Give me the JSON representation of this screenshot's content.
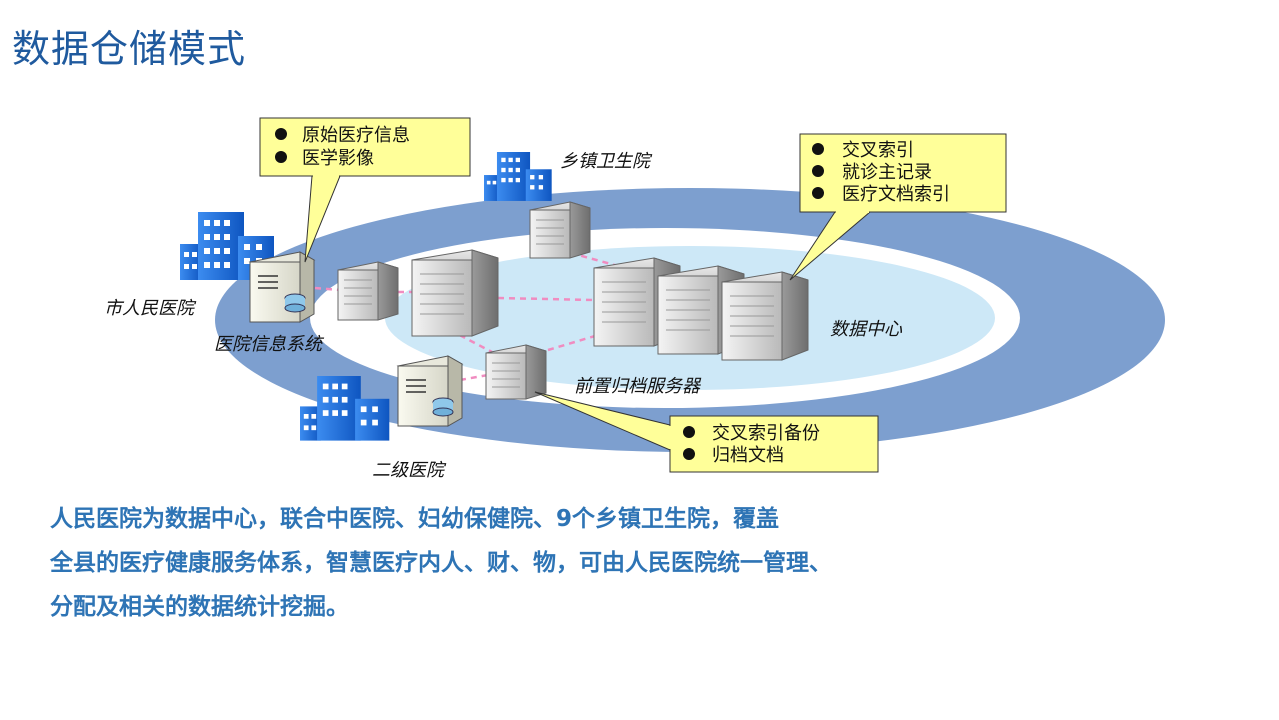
{
  "title": "数据仓储模式",
  "labels": {
    "town_clinic": "乡镇卫生院",
    "city_hospital": "市人民医院",
    "his": "医院信息系统",
    "data_center": "数据中心",
    "front_server": "前置归档服务器",
    "secondary_hospital": "二级医院"
  },
  "callouts": {
    "his": [
      "原始医疗信息",
      "医学影像"
    ],
    "data_center": [
      "交叉索引",
      "就诊主记录",
      "医疗文档索引"
    ],
    "front_server": [
      "交叉索引备份",
      "归档文档"
    ]
  },
  "description": [
    "人民医院为数据中心，联合中医院、妇幼保健院、9个乡镇卫生院，覆盖",
    "全县的医疗健康服务体系，智慧医疗内人、财、物，可由人民医院统一管理、",
    "分配及相关的数据统计挖掘。"
  ],
  "colors": {
    "title": "#1f5a9e",
    "ring": "#7d9fcf",
    "inner_ellipse": "#cde8f7",
    "callout_fill": "#ffff99",
    "building": "#1e72e0",
    "link": "#f08cc0",
    "description": "#2e74b5"
  }
}
